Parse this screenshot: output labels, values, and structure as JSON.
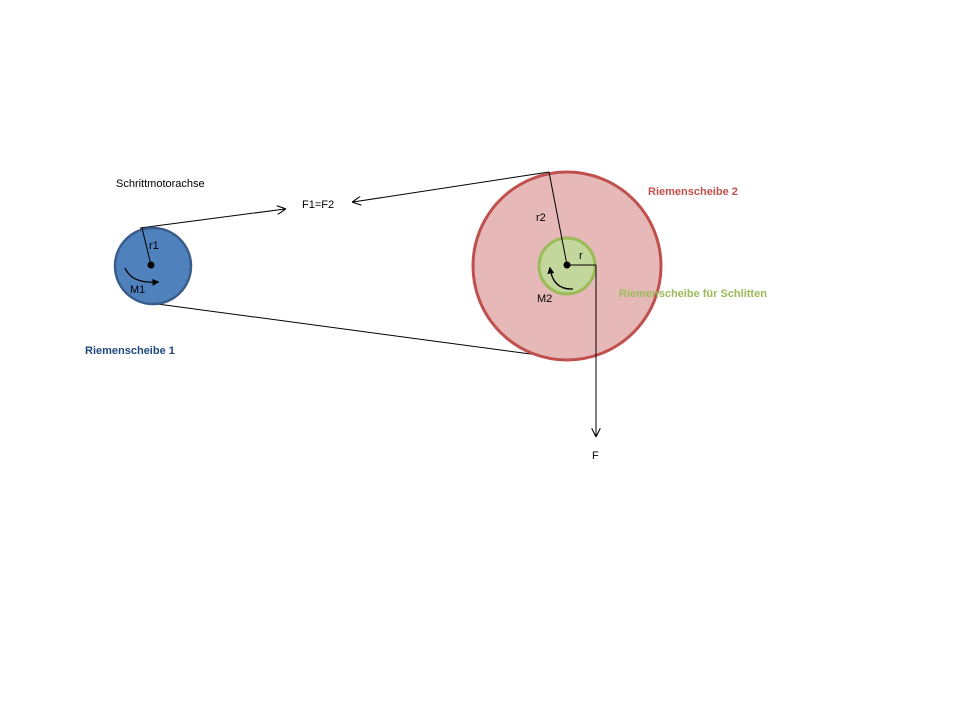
{
  "labels": {
    "motor_axis": "Schrittmotorachse",
    "force_equal": "F1=F2",
    "pulley1": "Riemenscheibe 1",
    "pulley2": "Riemenscheibe 2",
    "sled_pulley": "Riemenscheibe für Schlitten",
    "r1": "r1",
    "r2": "r2",
    "r": "r",
    "m1": "M1",
    "m2": "M2",
    "force": "F"
  },
  "colors": {
    "pulley1_fill": "#4f81bd",
    "pulley1_stroke": "#385d8a",
    "pulley1_text": "#1f497d",
    "pulley2_fill": "#e6b9b8",
    "pulley2_stroke": "#c0504d",
    "sled_fill": "#c3d69b",
    "sled_stroke": "#9bbb59",
    "line": "#000000"
  }
}
